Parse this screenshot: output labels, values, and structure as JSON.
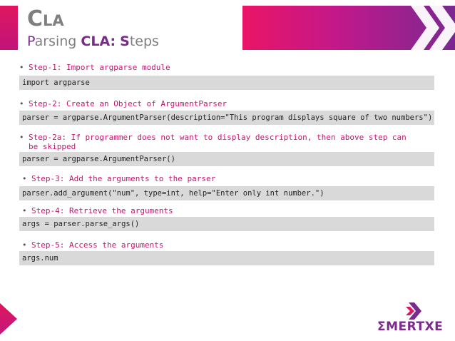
{
  "title": {
    "first_letter": "C",
    "rest": "LA"
  },
  "subtitle": {
    "p1_accent": "P",
    "p2": "arsing ",
    "p3_accent_bold": "CLA:",
    "p4": " ",
    "p5_bold_accent": "S",
    "p6": "teps"
  },
  "steps": [
    {
      "label": "Step-1: Import argparse module",
      "code": "import argparse"
    },
    {
      "label": "Step-2: Create an Object of ArgumentParser",
      "code": "parser = argparse.ArgumentParser(description=\"This program displays square of two numbers\")"
    },
    {
      "label": "Step-2a: If programmer does not want to display description, then above step can",
      "label_line2": "be skipped",
      "code": "parser = argparse.ArgumentParser()"
    },
    {
      "label": "Step-3: Add the arguments to the parser",
      "code": "parser.add_argument(\"num\", type=int, help=\"Enter only int number.\")"
    },
    {
      "label": "Step-4: Retrieve the arguments",
      "code": "args = parser.parse_args()"
    },
    {
      "label": "Step-5: Access the arguments",
      "code": "args.num"
    }
  ],
  "bullet": "•",
  "logo": {
    "sigma": "Σ",
    "text": "MERTXE"
  },
  "colors": {
    "accent_pink": "#e0165e",
    "accent_purple": "#7b2a8c",
    "step_text": "#c2186f",
    "code_bg": "#d9d9d9",
    "title_gray": "#7f7f7f"
  }
}
